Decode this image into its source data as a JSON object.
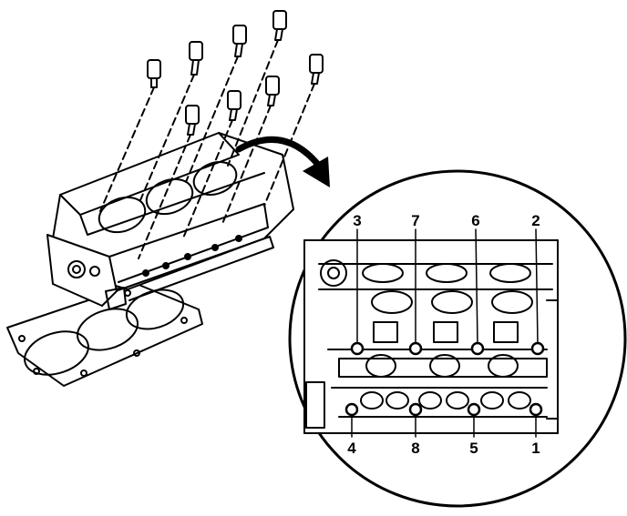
{
  "diagram": {
    "bolt_sequence": {
      "top_row": [
        "3",
        "7",
        "6",
        "2"
      ],
      "bottom_row": [
        "4",
        "8",
        "5",
        "1"
      ]
    }
  }
}
